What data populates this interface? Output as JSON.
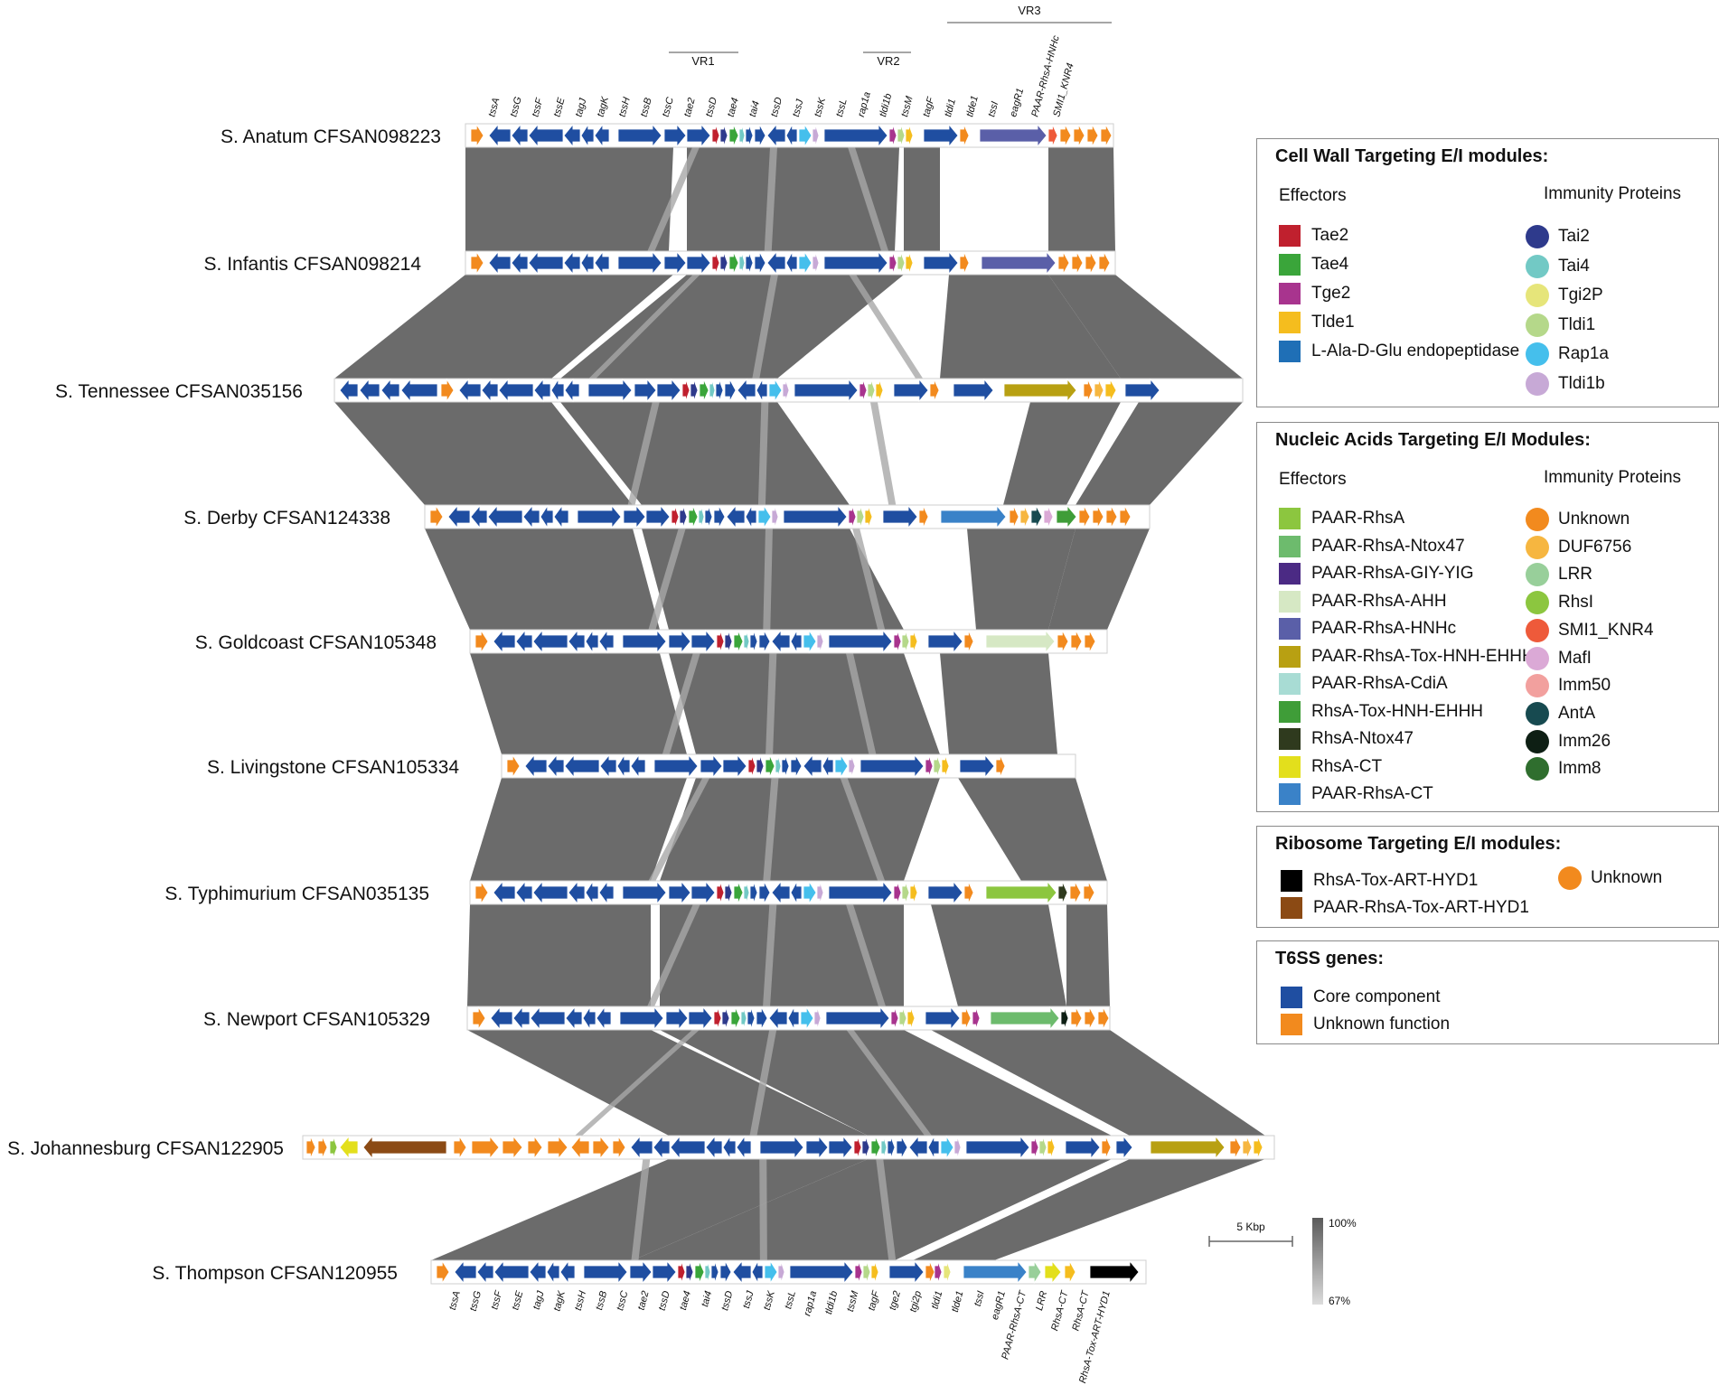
{
  "strains": [
    {
      "label": "S. Anatum CFSAN098223"
    },
    {
      "label": "S. Infantis CFSAN098214"
    },
    {
      "label": "S. Tennessee CFSAN035156"
    },
    {
      "label": "S. Derby CFSAN124338"
    },
    {
      "label": "S. Goldcoast CFSAN105348"
    },
    {
      "label": "S. Livingstone CFSAN105334"
    },
    {
      "label": "S. Typhimurium CFSAN035135"
    },
    {
      "label": "S. Newport CFSAN105329"
    },
    {
      "label": "S. Johannesburg CFSAN122905"
    },
    {
      "label": "S. Thompson CFSAN120955"
    }
  ],
  "top_gene_labels": [
    "tssA",
    "tssG",
    "tssF",
    "tssE",
    "tagJ",
    "tagK",
    "tssH",
    "tssB",
    "tssC",
    "tae2",
    "tssD",
    "tae4",
    "tai4",
    "tssD",
    "tssJ",
    "tssK",
    "tssL",
    "rap1a",
    "tldi1b",
    "tssM",
    "tagF",
    "tldi1",
    "tlde1",
    "tssI",
    "eagR1",
    "PAAR-RhsA-HNHc",
    "SMI1_KNR4"
  ],
  "bottom_gene_labels": [
    "tssA",
    "tssG",
    "tssF",
    "tssE",
    "tagJ",
    "tagK",
    "tssH",
    "tssB",
    "tssC",
    "tae2",
    "tssD",
    "tae4",
    "tai4",
    "tssD",
    "tssJ",
    "tssK",
    "tssL",
    "rap1a",
    "tldi1b",
    "tssM",
    "tagF",
    "tge2",
    "tgi2p",
    "tldi1",
    "tlde1",
    "tssI",
    "eagR1",
    "PAAR-RhsA-CT",
    "LRR",
    "RhsA-CT",
    "RhsA-CT",
    "RhsA-Tox-ART-HYD1"
  ],
  "regions": [
    "VR1",
    "VR2",
    "VR3"
  ],
  "scale": {
    "length_label": "5 Kbp",
    "identity_max": "100%",
    "identity_min": "67%"
  },
  "legends": {
    "cell_wall": {
      "title": "Cell Wall Targeting E/I modules:",
      "effectors_head": "Effectors",
      "immunity_head": "Immunity Proteins",
      "effectors": [
        {
          "label": "Tae2",
          "color": "#c0202e"
        },
        {
          "label": "Tae4",
          "color": "#3aa53a"
        },
        {
          "label": "Tge2",
          "color": "#a8348e"
        },
        {
          "label": "Tlde1",
          "color": "#f5bd1e"
        },
        {
          "label": "L-Ala-D-Glu endopeptidase",
          "color": "#1f6fb6"
        }
      ],
      "immunity": [
        {
          "label": "Tai2",
          "color": "#2e3a8c"
        },
        {
          "label": "Tai4",
          "color": "#72c9c5"
        },
        {
          "label": "Tgi2P",
          "color": "#e6e57a"
        },
        {
          "label": "Tldi1",
          "color": "#b5d88a"
        },
        {
          "label": "Rap1a",
          "color": "#45bfec"
        },
        {
          "label": "Tldi1b",
          "color": "#c7a9d6"
        }
      ]
    },
    "nucleic_acids": {
      "title": "Nucleic Acids Targeting E/I Modules:",
      "effectors_head": "Effectors",
      "immunity_head": "Immunity Proteins",
      "effectors": [
        {
          "label": "PAAR-RhsA",
          "color": "#8cc63f"
        },
        {
          "label": "PAAR-RhsA-Ntox47",
          "color": "#6dbb6d"
        },
        {
          "label": "PAAR-RhsA-GIY-YIG",
          "color": "#4b2a84"
        },
        {
          "label": "PAAR-RhsA-AHH",
          "color": "#d6e8c4"
        },
        {
          "label": "PAAR-RhsA-HNHc",
          "color": "#5a5fa8"
        },
        {
          "label": "PAAR-RhsA-Tox-HNH-EHHH",
          "color": "#b8a012"
        },
        {
          "label": "PAAR-RhsA-CdiA",
          "color": "#a8dcd4"
        },
        {
          "label": "RhsA-Tox-HNH-EHHH",
          "color": "#3f9d38"
        },
        {
          "label": "RhsA-Ntox47",
          "color": "#2f3a1e"
        },
        {
          "label": "RhsA-CT",
          "color": "#e3df1c"
        },
        {
          "label": "PAAR-RhsA-CT",
          "color": "#3a82c8"
        }
      ],
      "immunity": [
        {
          "label": "Unknown",
          "color": "#f28a1e"
        },
        {
          "label": "DUF6756",
          "color": "#f6b640"
        },
        {
          "label": "LRR",
          "color": "#98cf9a"
        },
        {
          "label": "RhsI",
          "color": "#8cc63f"
        },
        {
          "label": "SMI1_KNR4",
          "color": "#ee5a3a"
        },
        {
          "label": "MafI",
          "color": "#dba9d6"
        },
        {
          "label": "Imm50",
          "color": "#f2a09e"
        },
        {
          "label": "AntA",
          "color": "#174a50"
        },
        {
          "label": "Imm26",
          "color": "#0e1f14"
        },
        {
          "label": "Imm8",
          "color": "#2f6e2e"
        }
      ]
    },
    "ribosome": {
      "title": "Ribosome Targeting E/I modules:",
      "effectors": [
        {
          "label": "RhsA-Tox-ART-HYD1",
          "color": "#000000"
        },
        {
          "label": "PAAR-RhsA-Tox-ART-HYD1",
          "color": "#8b4a14"
        }
      ],
      "immunity": [
        {
          "label": "Unknown",
          "color": "#f28a1e"
        }
      ]
    },
    "t6ss": {
      "title": "T6SS genes:",
      "items": [
        {
          "label": "Core component",
          "color": "#1f4ea1"
        },
        {
          "label": "Unknown function",
          "color": "#f28a1e"
        }
      ]
    }
  },
  "colors": {
    "core": "#1f4ea1",
    "unknown": "#f28a1e",
    "homology": "#6b6b6b",
    "homology_light": "#a8a8a8"
  }
}
